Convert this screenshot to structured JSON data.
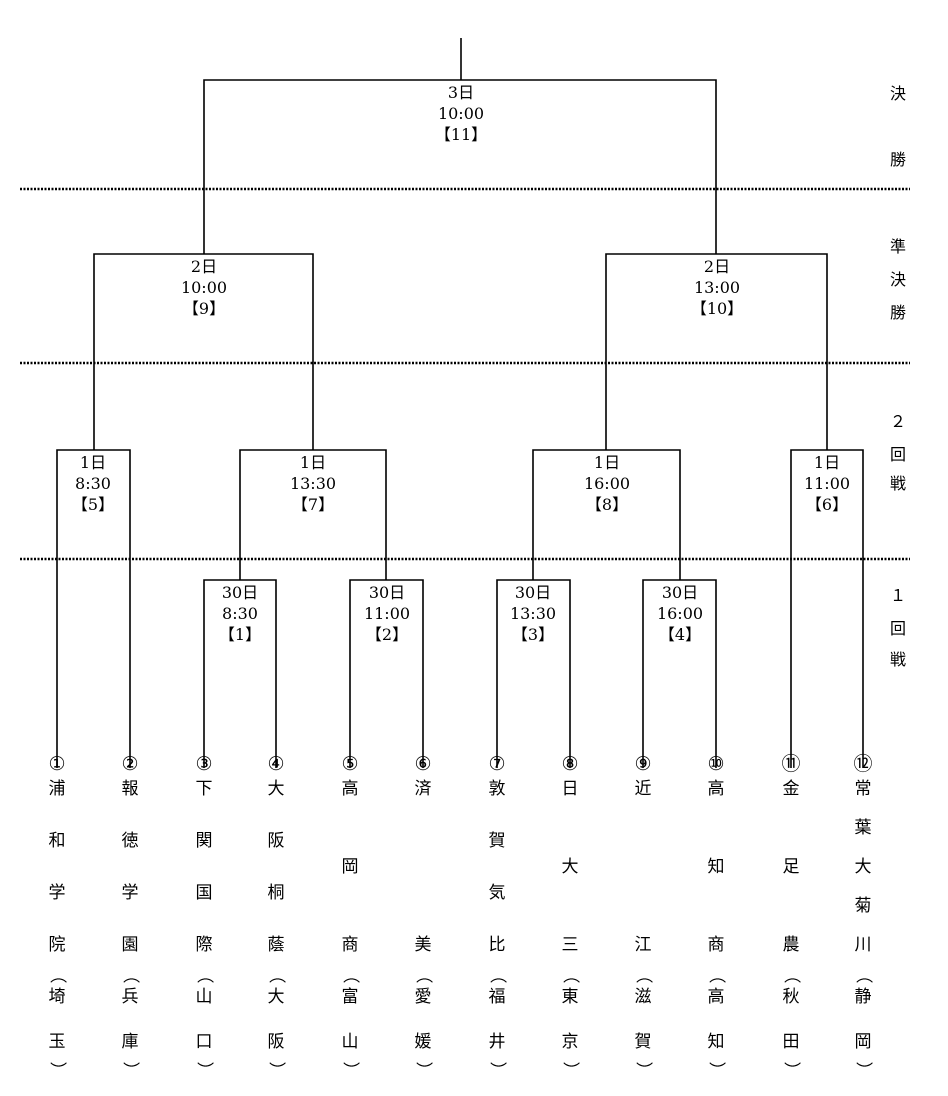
{
  "rounds": {
    "final": [
      "決",
      "勝"
    ],
    "semi": [
      "準",
      "決",
      "勝"
    ],
    "second": [
      "２",
      "回",
      "戦"
    ],
    "first": [
      "１",
      "回",
      "戦"
    ]
  },
  "matches": [
    {
      "id": "m11",
      "day": "3日",
      "time": "10:00",
      "no": "【11】"
    },
    {
      "id": "m9",
      "day": "2日",
      "time": "10:00",
      "no": "【9】"
    },
    {
      "id": "m10",
      "day": "2日",
      "time": "13:00",
      "no": "【10】"
    },
    {
      "id": "m5",
      "day": "1日",
      "time": "8:30",
      "no": "【5】"
    },
    {
      "id": "m7",
      "day": "1日",
      "time": "13:30",
      "no": "【7】"
    },
    {
      "id": "m8",
      "day": "1日",
      "time": "16:00",
      "no": "【8】"
    },
    {
      "id": "m6",
      "day": "1日",
      "time": "11:00",
      "no": "【6】"
    },
    {
      "id": "m1",
      "day": "30日",
      "time": "8:30",
      "no": "【1】"
    },
    {
      "id": "m2",
      "day": "30日",
      "time": "11:00",
      "no": "【2】"
    },
    {
      "id": "m3",
      "day": "30日",
      "time": "13:30",
      "no": "【3】"
    },
    {
      "id": "m4",
      "day": "30日",
      "time": "16:00",
      "no": "【4】"
    }
  ],
  "teams": [
    {
      "num": "①",
      "name": [
        "浦",
        "和",
        "学",
        "院"
      ],
      "pref": [
        "（",
        "埼",
        "玉",
        "）"
      ]
    },
    {
      "num": "②",
      "name": [
        "報",
        "徳",
        "学",
        "園"
      ],
      "pref": [
        "（",
        "兵",
        "庫",
        "）"
      ]
    },
    {
      "num": "③",
      "name": [
        "下",
        "関",
        "国",
        "際"
      ],
      "pref": [
        "（",
        "山",
        "口",
        "）"
      ]
    },
    {
      "num": "④",
      "name": [
        "大",
        "阪",
        "桐",
        "蔭"
      ],
      "pref": [
        "（",
        "大",
        "阪",
        "）"
      ]
    },
    {
      "num": "⑤",
      "name": [
        "高",
        "岡",
        "商"
      ],
      "pref": [
        "（",
        "富",
        "山",
        "）"
      ]
    },
    {
      "num": "⑥",
      "name": [
        "済",
        "美"
      ],
      "pref": [
        "（",
        "愛",
        "媛",
        "）"
      ]
    },
    {
      "num": "⑦",
      "name": [
        "敦",
        "賀",
        "気",
        "比"
      ],
      "pref": [
        "（",
        "福",
        "井",
        "）"
      ]
    },
    {
      "num": "⑧",
      "name": [
        "日",
        "大",
        "三"
      ],
      "pref": [
        "（",
        "東",
        "京",
        "）"
      ]
    },
    {
      "num": "⑨",
      "name": [
        "近",
        "江"
      ],
      "pref": [
        "（",
        "滋",
        "賀",
        "）"
      ]
    },
    {
      "num": "⑩",
      "name": [
        "高",
        "知",
        "商"
      ],
      "pref": [
        "（",
        "高",
        "知",
        "）"
      ]
    },
    {
      "num": "⑪",
      "name": [
        "金",
        "足",
        "農"
      ],
      "pref": [
        "（",
        "秋",
        "田",
        "）"
      ]
    },
    {
      "num": "⑫",
      "name": [
        "常",
        "葉",
        "大",
        "菊",
        "川"
      ],
      "pref": [
        "（",
        "静",
        "岡",
        "）"
      ]
    }
  ]
}
